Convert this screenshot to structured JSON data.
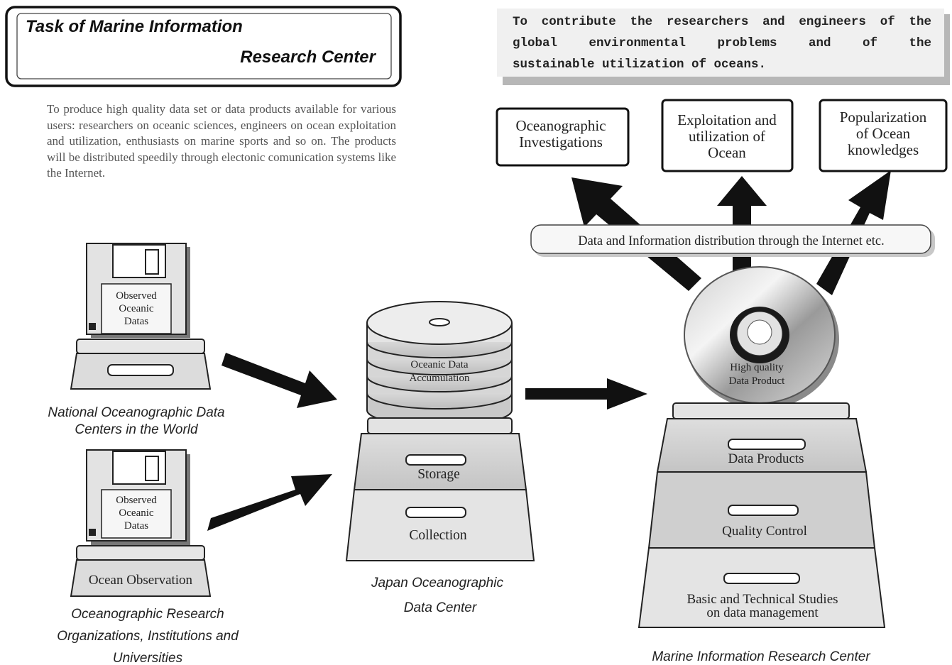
{
  "title": {
    "line1": "Task of Marine Information",
    "line2": "Research Center"
  },
  "goal_lines": [
    "To contribute the researchers and engineers of the",
    "global environmental problems and of the",
    "sustainable utilization of oceans."
  ],
  "mission_text": "To produce high quality data set or data products available for various users: researchers on oceanic sciences, engineers on ocean exploitation and utilization, enthusiasts on marine sports and so on. The products will be distributed speedily through electonic comunication systems like the Internet.",
  "outcomes": [
    {
      "lines": [
        "Oceanographic",
        "Investigations"
      ]
    },
    {
      "lines": [
        "Exploitation and",
        "utilization of",
        "Ocean"
      ]
    },
    {
      "lines": [
        "Popularization",
        "of Ocean",
        "knowledges"
      ]
    }
  ],
  "distribution_label": "Data and Information distribution through the Internet etc.",
  "source_computer_1": {
    "disk_lines": [
      "Observed",
      "Oceanic",
      "Datas"
    ],
    "caption_lines": [
      "National Oceanographic Data",
      "Centers in the World"
    ]
  },
  "source_computer_2": {
    "disk_lines": [
      "Observed",
      "Oceanic",
      "Datas"
    ],
    "base_label": "Ocean Observation",
    "caption_lines": [
      "Oceanographic Research",
      "Organizations, Institutions and",
      "Universities"
    ]
  },
  "jodc": {
    "stack_lines": [
      "Oceanic Data",
      "Accumulation"
    ],
    "drawers": [
      "Storage",
      "Collection"
    ],
    "caption_lines": [
      "Japan Oceanographic",
      "Data Center"
    ]
  },
  "mirc": {
    "cd_lines": [
      "High quality",
      "Data Product"
    ],
    "drawers": [
      {
        "lines": [
          "Data Products"
        ]
      },
      {
        "lines": [
          "Quality Control"
        ]
      },
      {
        "lines": [
          "Basic and Technical Studies",
          "on data management"
        ]
      }
    ],
    "caption": "Marine Information Research Center"
  }
}
